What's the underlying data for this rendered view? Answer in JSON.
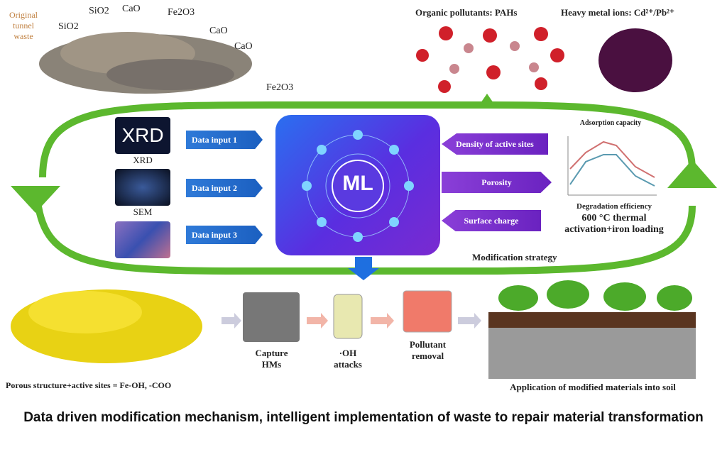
{
  "top": {
    "original_label": "Original tunnel waste",
    "oxides": [
      "SiO2",
      "SiO2",
      "CaO",
      "Fe2O3",
      "CaO",
      "CaO",
      "Fe2O3"
    ],
    "organic_label": "Organic pollutants: PAHs",
    "metal_label": "Heavy metal ions: Cd²⁺/Pb²⁺"
  },
  "inputs": [
    {
      "thumb": "XRD",
      "caption": "XRD",
      "arrow": "Data input 1"
    },
    {
      "thumb": "",
      "caption": "SEM",
      "arrow": "Data input 2"
    },
    {
      "thumb": "",
      "caption": "",
      "arrow": "Data input 3"
    }
  ],
  "ml": {
    "label": "ML"
  },
  "properties": [
    {
      "label": "Density of active sites",
      "dir": "left"
    },
    {
      "label": "Porosity",
      "dir": "right"
    },
    {
      "label": "Surface charge",
      "dir": "left"
    }
  ],
  "mini_chart": {
    "title": "Adsorption capacity",
    "xlabel": "Degradation efficiency"
  },
  "modification": {
    "text": "600 °C thermal activation+iron loading",
    "strategy": "Modification strategy"
  },
  "bottom": {
    "porous_label": "Porous structure+active sites = Fe-OH, -COO",
    "capture": "Capture HMs",
    "oh": "·OH attacks",
    "removal": "Pollutant removal",
    "soil": "Application of modified materials into soil"
  },
  "title": "Data driven modification mechanism, intelligent implementation of waste to repair material transformation",
  "colors": {
    "loop": "#5cb82e",
    "input_arrow": "#2f7ad8",
    "property_arrow": "#7a32d0"
  }
}
